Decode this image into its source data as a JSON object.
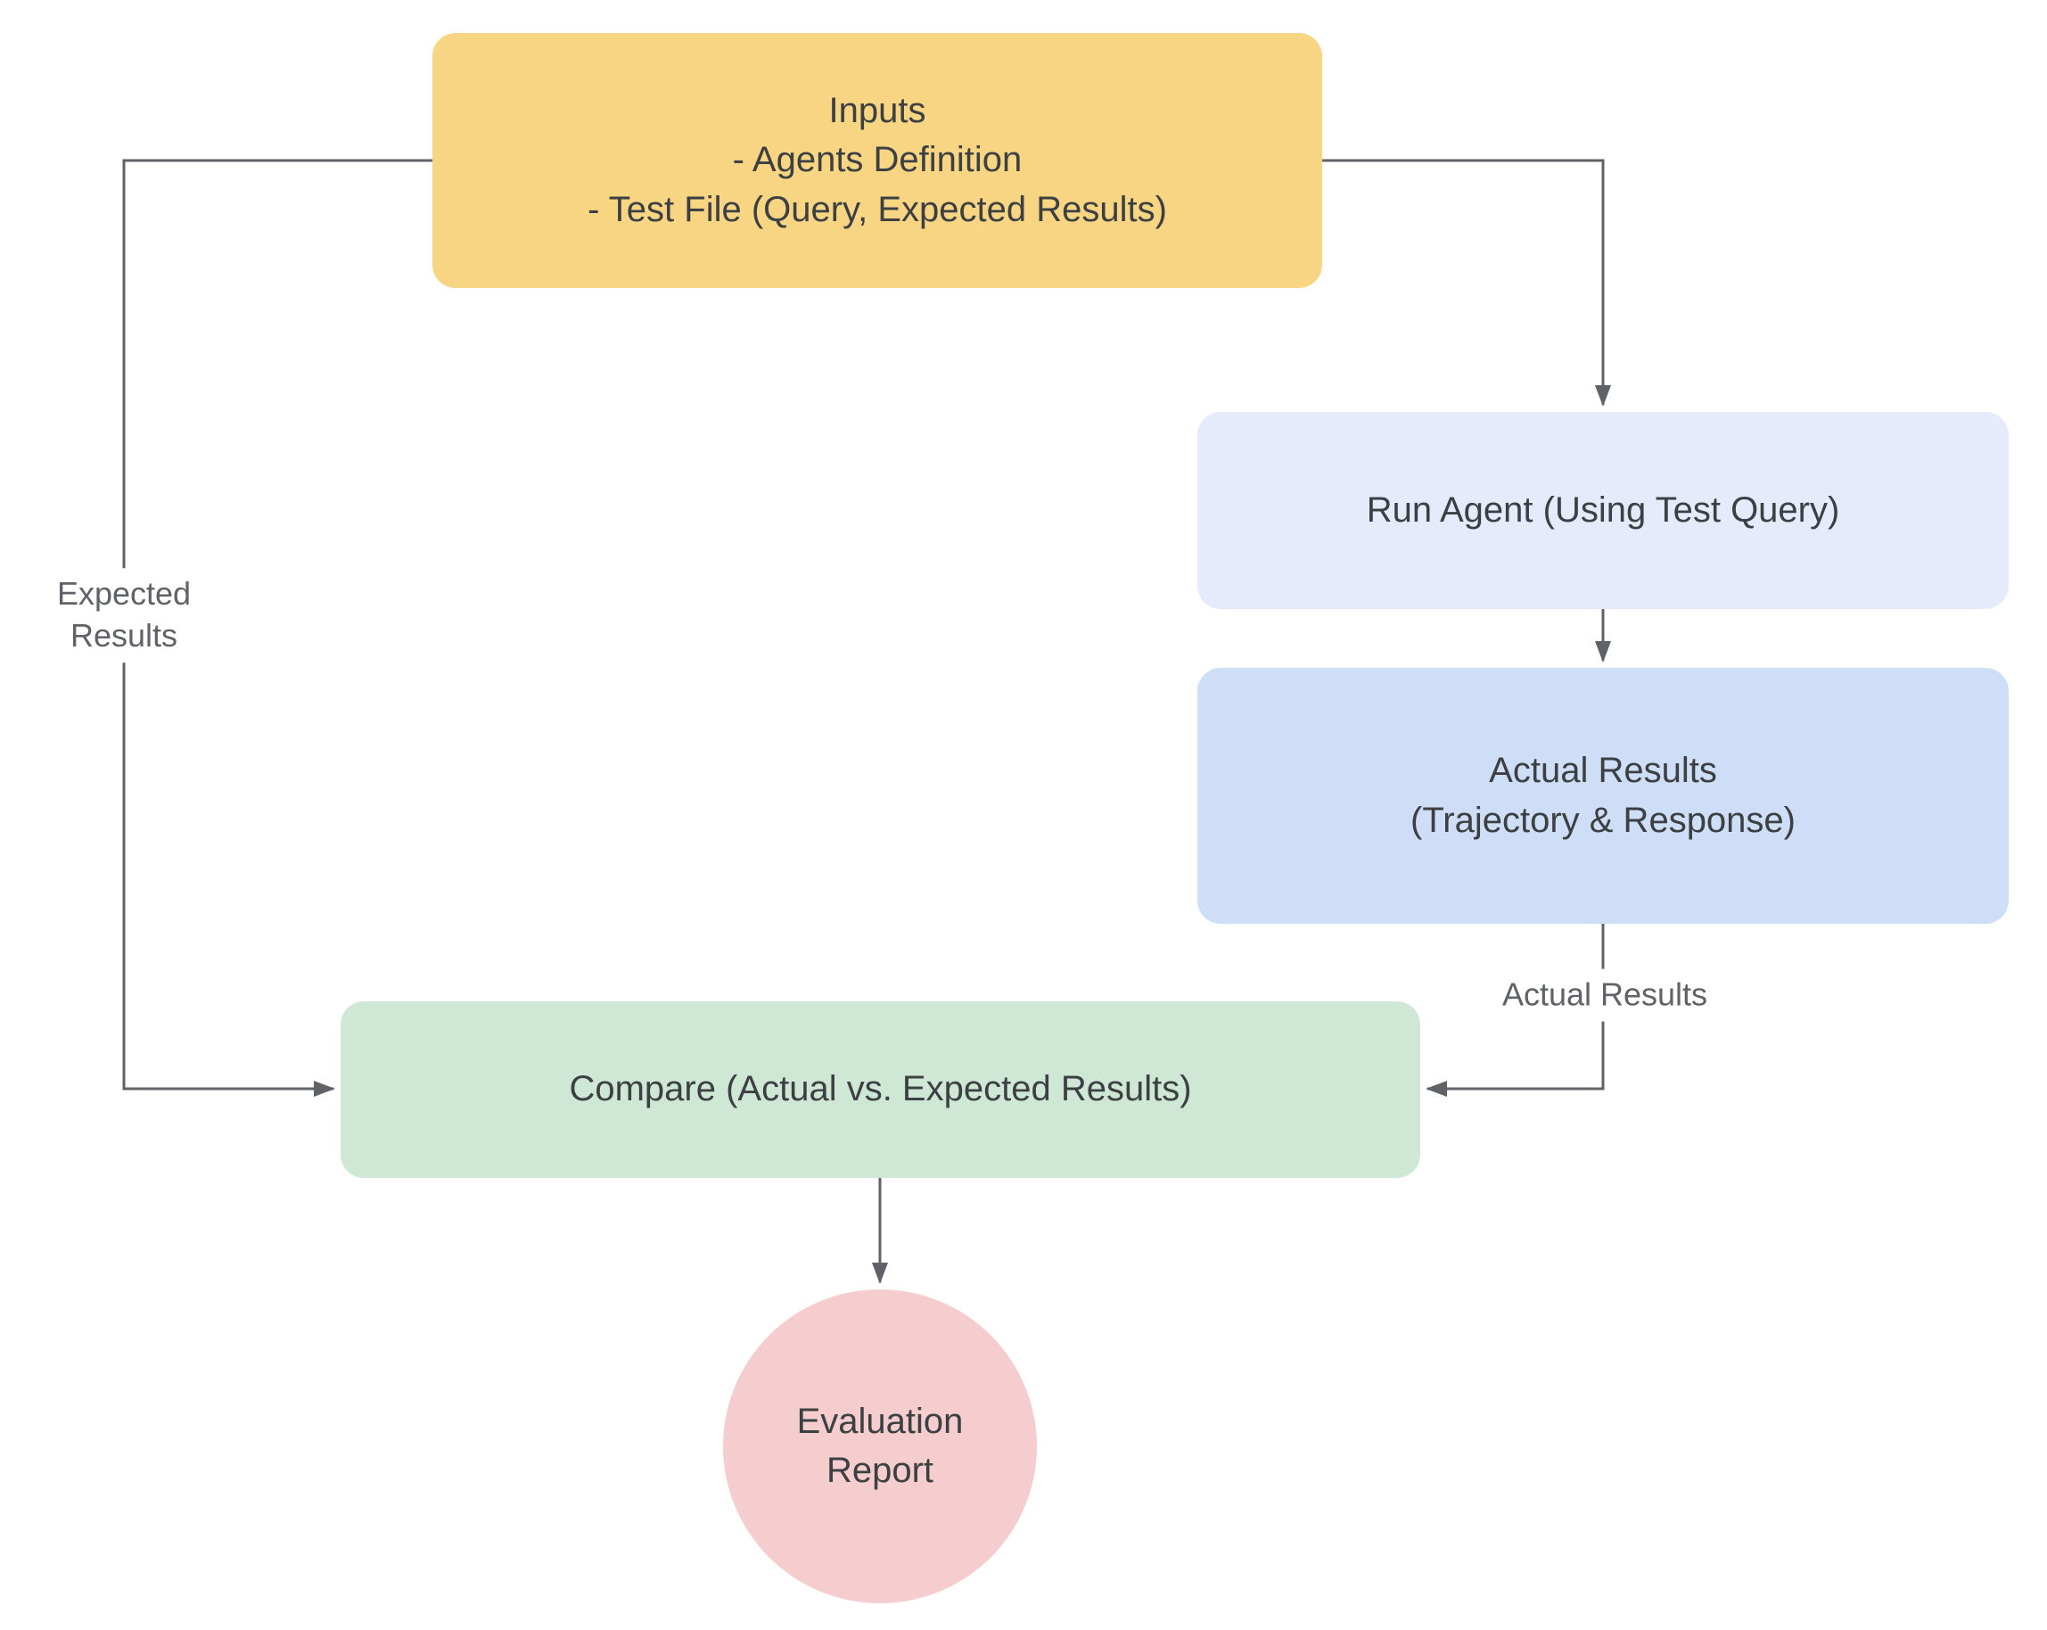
{
  "diagram": {
    "type": "flowchart",
    "nodes": {
      "inputs": {
        "line1": "Inputs",
        "line2": "- Agents Definition",
        "line3": "- Test File (Query, Expected Results)",
        "fill": "#F8D583",
        "shape": "rounded-rect"
      },
      "run_agent": {
        "label": "Run Agent (Using Test Query)",
        "fill": "#E5EBFB",
        "shape": "rounded-rect"
      },
      "actual_results": {
        "line1": "Actual Results",
        "line2": "(Trajectory & Response)",
        "fill": "#CFDEF7",
        "shape": "rounded-rect"
      },
      "compare": {
        "label": "Compare (Actual vs. Expected Results)",
        "fill": "#CFE8D6",
        "shape": "rounded-rect"
      },
      "evaluation_report": {
        "line1": "Evaluation",
        "line2": "Report",
        "fill": "#F5CDCE",
        "shape": "circle"
      }
    },
    "edge_labels": {
      "expected_results_line1": "Expected",
      "expected_results_line2": "Results",
      "actual_results": "Actual Results"
    },
    "edges": [
      {
        "from": "inputs",
        "to": "run_agent",
        "label": ""
      },
      {
        "from": "inputs",
        "to": "compare",
        "label": "Expected Results"
      },
      {
        "from": "run_agent",
        "to": "actual_results",
        "label": ""
      },
      {
        "from": "actual_results",
        "to": "compare",
        "label": "Actual Results"
      },
      {
        "from": "compare",
        "to": "evaluation_report",
        "label": ""
      }
    ],
    "colors": {
      "line": "#5f6368",
      "node_text": "#3c4043",
      "edge_label_text": "#5f6368",
      "background": "#ffffff"
    }
  }
}
